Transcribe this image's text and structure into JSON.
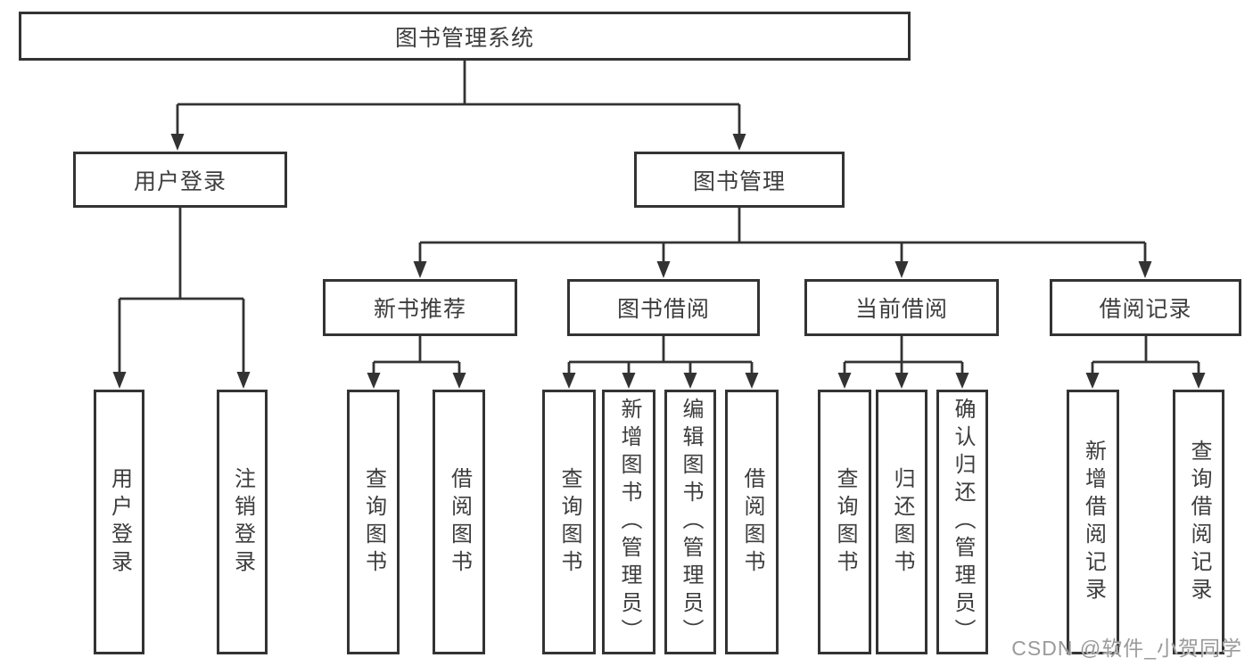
{
  "diagram_title": "图书管理系统",
  "watermark": "CSDN @软件_小贺同学",
  "colors": {
    "line": "#333333",
    "text": "#3d3d3d",
    "watermark": "#9a9a9a",
    "background": "#ffffff"
  },
  "tree": {
    "label": "图书管理系统",
    "children": [
      {
        "label": "用户登录",
        "children": [
          {
            "label": "用户登录"
          },
          {
            "label": "注销登录"
          }
        ]
      },
      {
        "label": "图书管理",
        "children": [
          {
            "label": "新书推荐",
            "children": [
              {
                "label": "查询图书"
              },
              {
                "label": "借阅图书"
              }
            ]
          },
          {
            "label": "图书借阅",
            "children": [
              {
                "label": "查询图书"
              },
              {
                "label": "新增图书（管理员）"
              },
              {
                "label": "编辑图书（管理员）"
              },
              {
                "label": "借阅图书"
              }
            ]
          },
          {
            "label": "当前借阅",
            "children": [
              {
                "label": "查询图书"
              },
              {
                "label": "归还图书"
              },
              {
                "label": "确认归还（管理员）"
              }
            ]
          },
          {
            "label": "借阅记录",
            "children": [
              {
                "label": "新增借阅记录"
              },
              {
                "label": "查询借阅记录"
              }
            ]
          }
        ]
      }
    ]
  }
}
